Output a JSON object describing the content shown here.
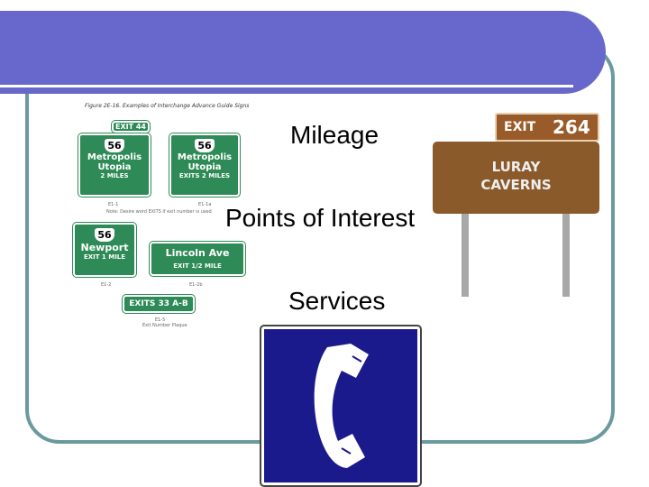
{
  "slide": {
    "labels": {
      "mileage": "Mileage",
      "points_of_interest": "Points of Interest",
      "services": "Services"
    }
  },
  "figure": {
    "caption": "Figure 2E-16. Examples of Interchange Advance Guide Signs",
    "exit_tab_label": "EXIT 44",
    "sign1": {
      "route": "56",
      "line1": "Metropolis",
      "line2": "Utopia",
      "line3": "2 MILES",
      "code": "E1-1"
    },
    "sign2": {
      "route": "56",
      "line1": "Metropolis",
      "line2": "Utopia",
      "line3": "EXITS 2 MILES",
      "code": "E1-1a"
    },
    "note": "Note: Desire word EXITS if exit number is used",
    "sign3": {
      "route": "56",
      "line1": "Newport",
      "line2": "EXIT 1 MILE",
      "code": "E1-2"
    },
    "sign4": {
      "line1": "Lincoln  Ave",
      "line2": "EXIT  1/2  MILE",
      "code": "E1-2b"
    },
    "sign5": {
      "line1": "EXITS  33 A-B",
      "code": "E1-5",
      "sub": "Exit Number Plaque"
    }
  },
  "brown_sign": {
    "exit_label": "EXIT",
    "exit_number": "264",
    "line1": "LURAY",
    "line2": "CAVERNS"
  },
  "phone_sign": {
    "icon": "telephone-icon"
  },
  "colors": {
    "banner": "#6868cc",
    "frame": "#6a9a9f",
    "guide_green": "#2e8b57",
    "tourist_brown": "#8b5a2b",
    "service_blue": "#1a1a8c"
  }
}
